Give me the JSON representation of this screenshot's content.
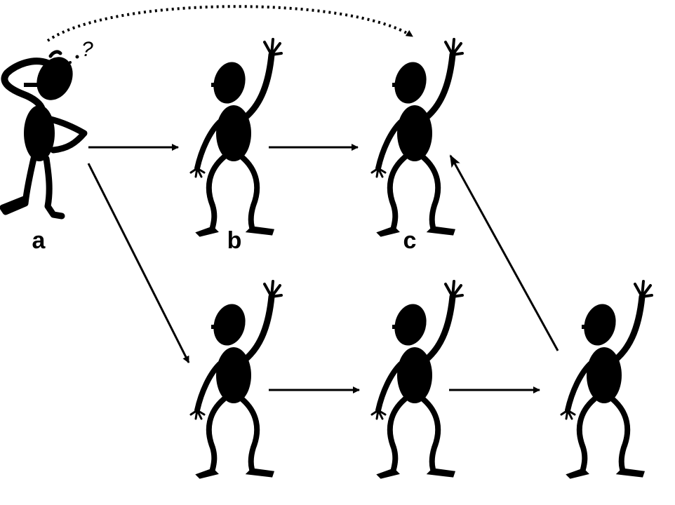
{
  "labels": {
    "a": "a",
    "b": "b",
    "c": "c"
  },
  "confused_mark": "?",
  "colors": {
    "ink": "#000000",
    "background": "#ffffff"
  }
}
